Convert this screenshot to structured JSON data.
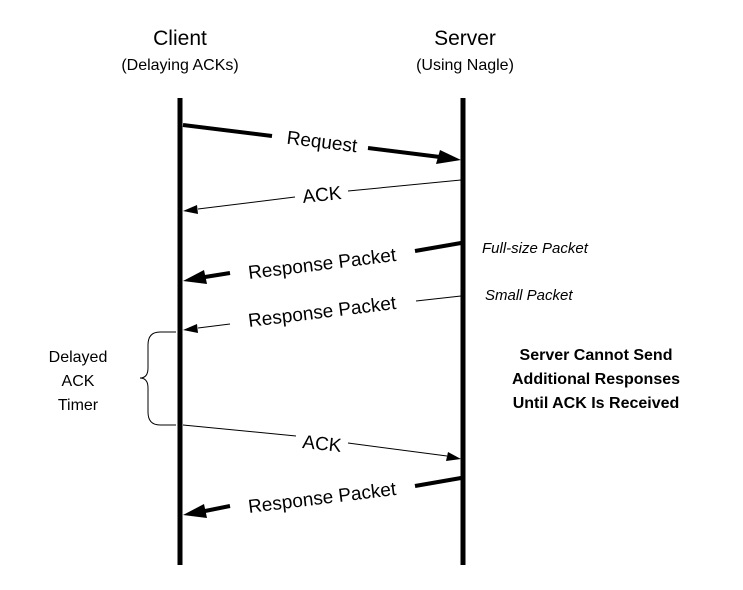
{
  "client": {
    "title": "Client",
    "subtitle": "(Delaying ACKs)"
  },
  "server": {
    "title": "Server",
    "subtitle": "(Using Nagle)"
  },
  "messages": [
    {
      "label": "Request"
    },
    {
      "label": "ACK"
    },
    {
      "label": "Response Packet",
      "note": "Full-size Packet"
    },
    {
      "label": "Response Packet",
      "note": "Small Packet"
    },
    {
      "label": "ACK"
    },
    {
      "label": "Response Packet"
    }
  ],
  "timer": {
    "lines": [
      "Delayed",
      "ACK",
      "Timer"
    ]
  },
  "server_note": {
    "lines": [
      "Server Cannot Send",
      "Additional Responses",
      "Until ACK Is Received"
    ]
  },
  "colors": {
    "line": "#000000",
    "background": "#ffffff"
  }
}
